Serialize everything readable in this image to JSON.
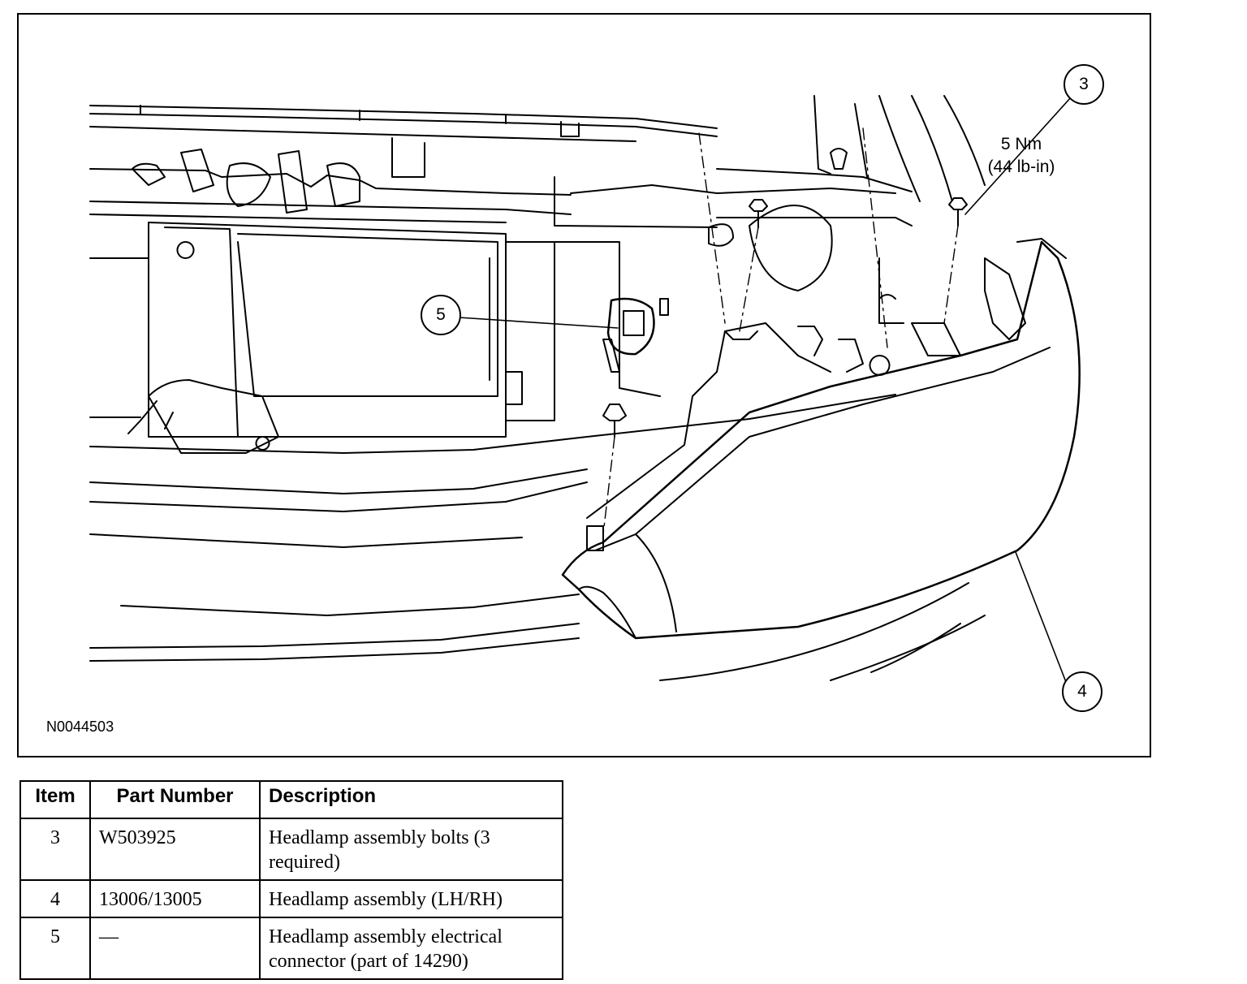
{
  "figure": {
    "id": "N0044503",
    "callouts": [
      {
        "number": "3"
      },
      {
        "number": "4"
      },
      {
        "number": "5"
      }
    ],
    "torque": {
      "line1": "5 Nm",
      "line2": "(44 lb-in)"
    }
  },
  "table": {
    "headers": {
      "item": "Item",
      "part_number": "Part Number",
      "description": "Description"
    },
    "rows": [
      {
        "item": "3",
        "part_number": "W503925",
        "description": "Headlamp assembly bolts (3 required)"
      },
      {
        "item": "4",
        "part_number": "13006/13005",
        "description": "Headlamp assembly (LH/RH)"
      },
      {
        "item": "5",
        "part_number": "—",
        "description": "Headlamp assembly electrical connector (part of 14290)"
      }
    ]
  }
}
